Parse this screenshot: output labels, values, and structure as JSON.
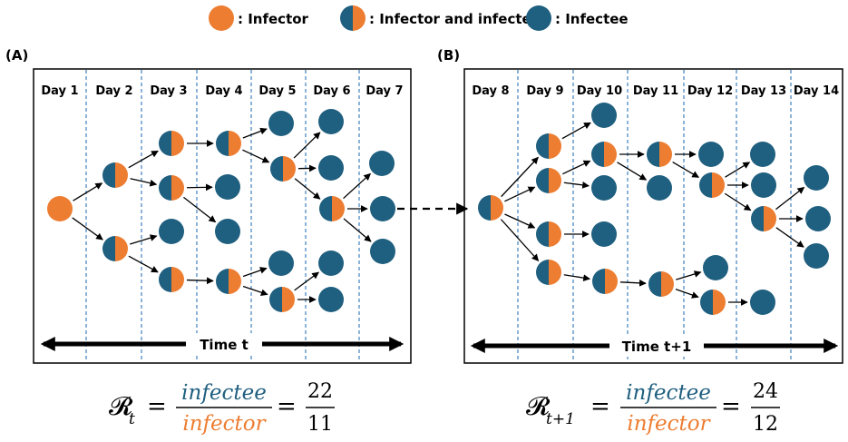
{
  "legend": {
    "infector": ": Infector",
    "both": ": Infector and infectee",
    "infectee": ": Infectee"
  },
  "colors": {
    "infector": "#ED7D31",
    "infectee": "#1F5F7F",
    "divider": "#2E75B6",
    "text": "#000000"
  },
  "panelA": {
    "label": "(A)",
    "days": [
      "Day 1",
      "Day 2",
      "Day 3",
      "Day 4",
      "Day 5",
      "Day 6",
      "Day 7"
    ],
    "time_label": "Time t",
    "formula": {
      "lhs": "𝓡",
      "sub": "t",
      "numerator": "infectee",
      "denominator": "infector",
      "value_num": "22",
      "value_den": "11"
    }
  },
  "panelB": {
    "label": "(B)",
    "days": [
      "Day 8",
      "Day 9",
      "Day 10",
      "Day 11",
      "Day 12",
      "Day 13",
      "Day 14"
    ],
    "time_label": "Time t+1",
    "formula": {
      "lhs": "𝓡",
      "sub": "t+1",
      "numerator": "infectee",
      "denominator": "infector",
      "value_num": "24",
      "value_den": "12"
    }
  },
  "nodes_a": [
    {
      "id": "a1",
      "type": "infector"
    },
    {
      "id": "a2",
      "type": "both"
    },
    {
      "id": "a3",
      "type": "both"
    },
    {
      "id": "a4",
      "type": "both"
    },
    {
      "id": "a5",
      "type": "both"
    },
    {
      "id": "a6",
      "type": "infectee"
    },
    {
      "id": "a7",
      "type": "both"
    },
    {
      "id": "a8",
      "type": "both"
    },
    {
      "id": "a9",
      "type": "infectee"
    },
    {
      "id": "a10",
      "type": "infectee"
    },
    {
      "id": "a11",
      "type": "both"
    },
    {
      "id": "a12",
      "type": "infectee"
    },
    {
      "id": "a13",
      "type": "both"
    },
    {
      "id": "a14",
      "type": "infectee"
    },
    {
      "id": "a15",
      "type": "both"
    },
    {
      "id": "a16",
      "type": "infectee"
    },
    {
      "id": "a17",
      "type": "infectee"
    },
    {
      "id": "a18",
      "type": "both"
    },
    {
      "id": "a19",
      "type": "infectee"
    },
    {
      "id": "a20",
      "type": "infectee"
    },
    {
      "id": "a21",
      "type": "infectee"
    },
    {
      "id": "a22",
      "type": "infectee"
    },
    {
      "id": "a23",
      "type": "infectee"
    }
  ],
  "nodes_b": [
    {
      "id": "b1",
      "type": "both"
    },
    {
      "id": "b2",
      "type": "both"
    },
    {
      "id": "b3",
      "type": "both"
    },
    {
      "id": "b4",
      "type": "both"
    },
    {
      "id": "b5",
      "type": "both"
    },
    {
      "id": "b6",
      "type": "infectee"
    },
    {
      "id": "b7",
      "type": "both"
    },
    {
      "id": "b8",
      "type": "infectee"
    },
    {
      "id": "b9",
      "type": "infectee"
    },
    {
      "id": "b10",
      "type": "both"
    },
    {
      "id": "b11",
      "type": "both"
    },
    {
      "id": "b12",
      "type": "infectee"
    },
    {
      "id": "b13",
      "type": "both"
    },
    {
      "id": "b14",
      "type": "infectee"
    },
    {
      "id": "b15",
      "type": "both"
    },
    {
      "id": "b16",
      "type": "infectee"
    },
    {
      "id": "b17",
      "type": "both"
    },
    {
      "id": "b18",
      "type": "infectee"
    },
    {
      "id": "b19",
      "type": "infectee"
    },
    {
      "id": "b20",
      "type": "both"
    },
    {
      "id": "b21",
      "type": "infectee"
    },
    {
      "id": "b22",
      "type": "infectee"
    },
    {
      "id": "b23",
      "type": "infectee"
    },
    {
      "id": "b24",
      "type": "infectee"
    }
  ],
  "edges_a": [
    [
      "a1",
      "a2"
    ],
    [
      "a1",
      "a3"
    ],
    [
      "a2",
      "a4"
    ],
    [
      "a2",
      "a5"
    ],
    [
      "a3",
      "a6"
    ],
    [
      "a3",
      "a7"
    ],
    [
      "a4",
      "a8"
    ],
    [
      "a5",
      "a9"
    ],
    [
      "a5",
      "a10"
    ],
    [
      "a7",
      "a11"
    ],
    [
      "a8",
      "a12"
    ],
    [
      "a8",
      "a13"
    ],
    [
      "a11",
      "a14"
    ],
    [
      "a11",
      "a15"
    ],
    [
      "a13",
      "a16"
    ],
    [
      "a13",
      "a17"
    ],
    [
      "a13",
      "a18"
    ],
    [
      "a15",
      "a19"
    ],
    [
      "a15",
      "a20"
    ],
    [
      "a18",
      "a21"
    ],
    [
      "a18",
      "a22"
    ],
    [
      "a18",
      "a23"
    ]
  ],
  "edges_b": [
    [
      "b1",
      "b2"
    ],
    [
      "b1",
      "b3"
    ],
    [
      "b1",
      "b4"
    ],
    [
      "b1",
      "b5"
    ],
    [
      "b2",
      "b6"
    ],
    [
      "b3",
      "b7"
    ],
    [
      "b3",
      "b8"
    ],
    [
      "b4",
      "b9"
    ],
    [
      "b5",
      "b10"
    ],
    [
      "b7",
      "b11"
    ],
    [
      "b7",
      "b12"
    ],
    [
      "b10",
      "b13"
    ],
    [
      "b11",
      "b14"
    ],
    [
      "b11",
      "b15"
    ],
    [
      "b13",
      "b16"
    ],
    [
      "b13",
      "b17"
    ],
    [
      "b15",
      "b18"
    ],
    [
      "b15",
      "b19"
    ],
    [
      "b15",
      "b20"
    ],
    [
      "b20",
      "b22"
    ],
    [
      "b20",
      "b23"
    ],
    [
      "b20",
      "b24"
    ],
    [
      "b17",
      "b21"
    ]
  ]
}
